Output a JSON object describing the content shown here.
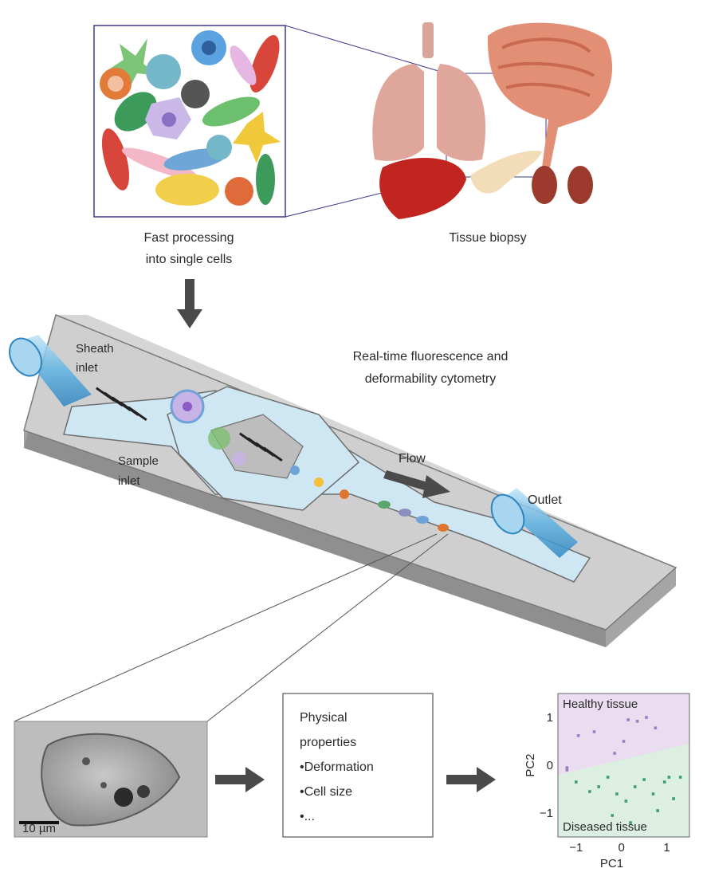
{
  "labels": {
    "fast_processing_line1": "Fast processing",
    "fast_processing_line2": "into single cells",
    "tissue_biopsy": "Tissue biopsy",
    "sheath_inlet_line1": "Sheath",
    "sheath_inlet_line2": "inlet",
    "sample_inlet_line1": "Sample",
    "sample_inlet_line2": "inlet",
    "realtime_line1": "Real-time fluorescence and",
    "realtime_line2": "deformability cytometry",
    "flow": "Flow",
    "outlet": "Outlet",
    "scale_bar": "10 µm"
  },
  "properties_box": {
    "line1": "Physical",
    "line2": "properties",
    "item1": "•Deformation",
    "item2": "•Cell size",
    "item3": "•..."
  },
  "chart_data": {
    "type": "scatter",
    "xlabel": "PC1",
    "ylabel": "PC2",
    "x_ticks": [
      "−1",
      "0",
      "1"
    ],
    "y_ticks": [
      "1",
      "0",
      "−1"
    ],
    "xlim": [
      -1.4,
      1.5
    ],
    "ylim": [
      -1.5,
      1.5
    ],
    "region_labels": {
      "top": "Healthy tissue",
      "bottom": "Diseased tissue"
    },
    "region_colors": {
      "top": "#e9ddef",
      "bottom": "#dcefe2"
    },
    "series": [
      {
        "name": "Healthy tissue",
        "color": "#9b7fc7",
        "points": [
          [
            -0.95,
            0.62
          ],
          [
            -0.6,
            0.7
          ],
          [
            0.15,
            0.95
          ],
          [
            0.35,
            0.92
          ],
          [
            0.55,
            1.0
          ],
          [
            0.75,
            0.78
          ],
          [
            0.05,
            0.5
          ],
          [
            -0.15,
            0.25
          ],
          [
            -1.2,
            -0.05
          ],
          [
            -1.2,
            -0.1
          ]
        ]
      },
      {
        "name": "Diseased tissue",
        "color": "#3e9d6a",
        "points": [
          [
            -1.0,
            -0.35
          ],
          [
            -0.7,
            -0.55
          ],
          [
            -0.5,
            -0.45
          ],
          [
            -0.3,
            -0.25
          ],
          [
            -0.1,
            -0.6
          ],
          [
            0.1,
            -0.75
          ],
          [
            0.3,
            -0.45
          ],
          [
            0.5,
            -0.3
          ],
          [
            0.7,
            -0.6
          ],
          [
            0.95,
            -0.35
          ],
          [
            1.15,
            -0.7
          ],
          [
            1.3,
            -0.25
          ],
          [
            -0.2,
            -1.05
          ],
          [
            0.2,
            -1.2
          ],
          [
            0.8,
            -0.95
          ],
          [
            1.05,
            -0.25
          ]
        ]
      }
    ]
  }
}
